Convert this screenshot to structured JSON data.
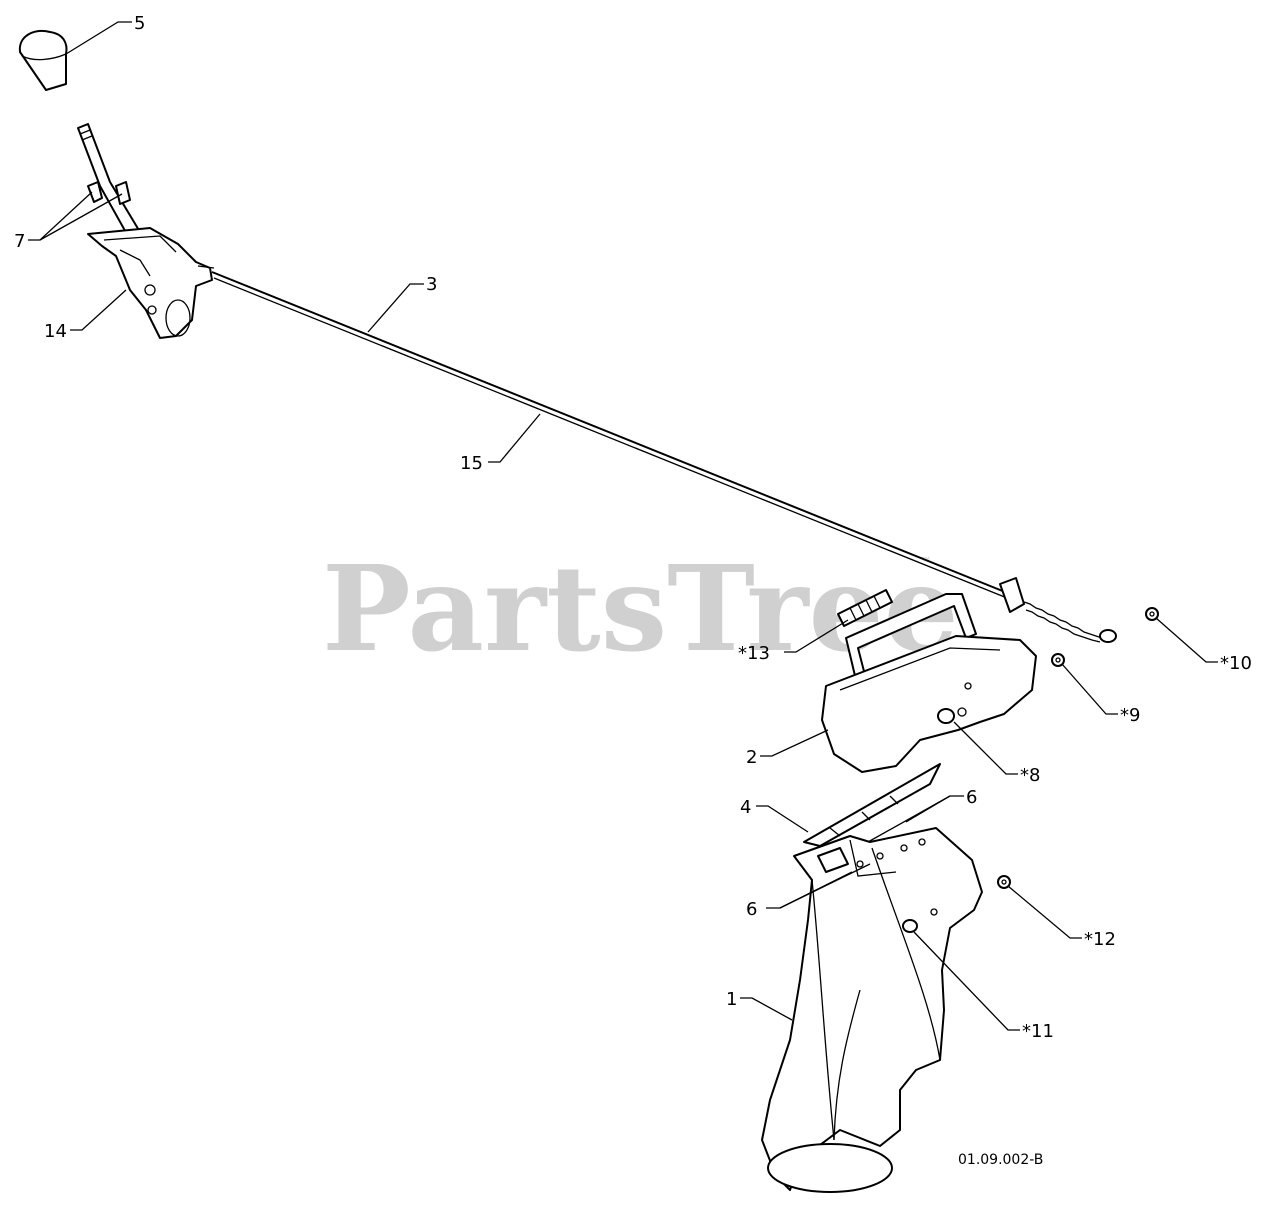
{
  "watermark": {
    "text": "PartsTree",
    "mark": "™"
  },
  "reference_code": "01.09.002-B",
  "callouts": [
    {
      "id": "c5",
      "text": "5"
    },
    {
      "id": "c7",
      "text": "7"
    },
    {
      "id": "c14",
      "text": "14"
    },
    {
      "id": "c3",
      "text": "3"
    },
    {
      "id": "c15",
      "text": "15"
    },
    {
      "id": "c13",
      "text": "*13"
    },
    {
      "id": "c10",
      "text": "*10"
    },
    {
      "id": "c9",
      "text": "*9"
    },
    {
      "id": "c2",
      "text": "2"
    },
    {
      "id": "c8",
      "text": "*8"
    },
    {
      "id": "c4",
      "text": "4"
    },
    {
      "id": "c6a",
      "text": "6"
    },
    {
      "id": "c6b",
      "text": "6"
    },
    {
      "id": "c12",
      "text": "*12"
    },
    {
      "id": "c1",
      "text": "1"
    },
    {
      "id": "c11",
      "text": "*11"
    }
  ],
  "parts": [
    {
      "name": "knob-icon"
    },
    {
      "name": "lever-rod-icon"
    },
    {
      "name": "screw-icon"
    },
    {
      "name": "control-bracket-icon"
    },
    {
      "name": "control-cable-icon"
    },
    {
      "name": "cable-spring-end-icon"
    },
    {
      "name": "spring-icon"
    },
    {
      "name": "deflector-bracket-icon"
    },
    {
      "name": "deflector-icon"
    },
    {
      "name": "blade-icon"
    },
    {
      "name": "chute-icon"
    },
    {
      "name": "washer-icon"
    }
  ]
}
